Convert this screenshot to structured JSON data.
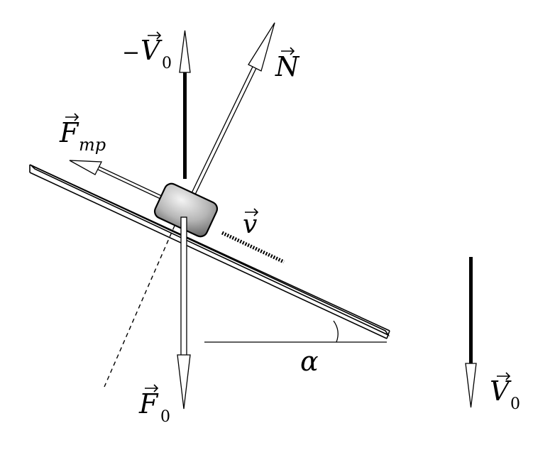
{
  "labels": {
    "minus_v0": {
      "sign": "−",
      "letter": "V",
      "sub": "0"
    },
    "normal": {
      "letter": "N"
    },
    "friction": {
      "letter": "F",
      "sub": "mp"
    },
    "velocity": {
      "letter": "v"
    },
    "force": {
      "letter": "F",
      "sub": "0"
    },
    "angle": {
      "symbol": "α"
    },
    "v0": {
      "letter": "V",
      "sub": "0"
    }
  },
  "colors": {
    "ink": "#000000",
    "block_light": "#f2f2f2",
    "block_dark": "#7a7a7a"
  }
}
